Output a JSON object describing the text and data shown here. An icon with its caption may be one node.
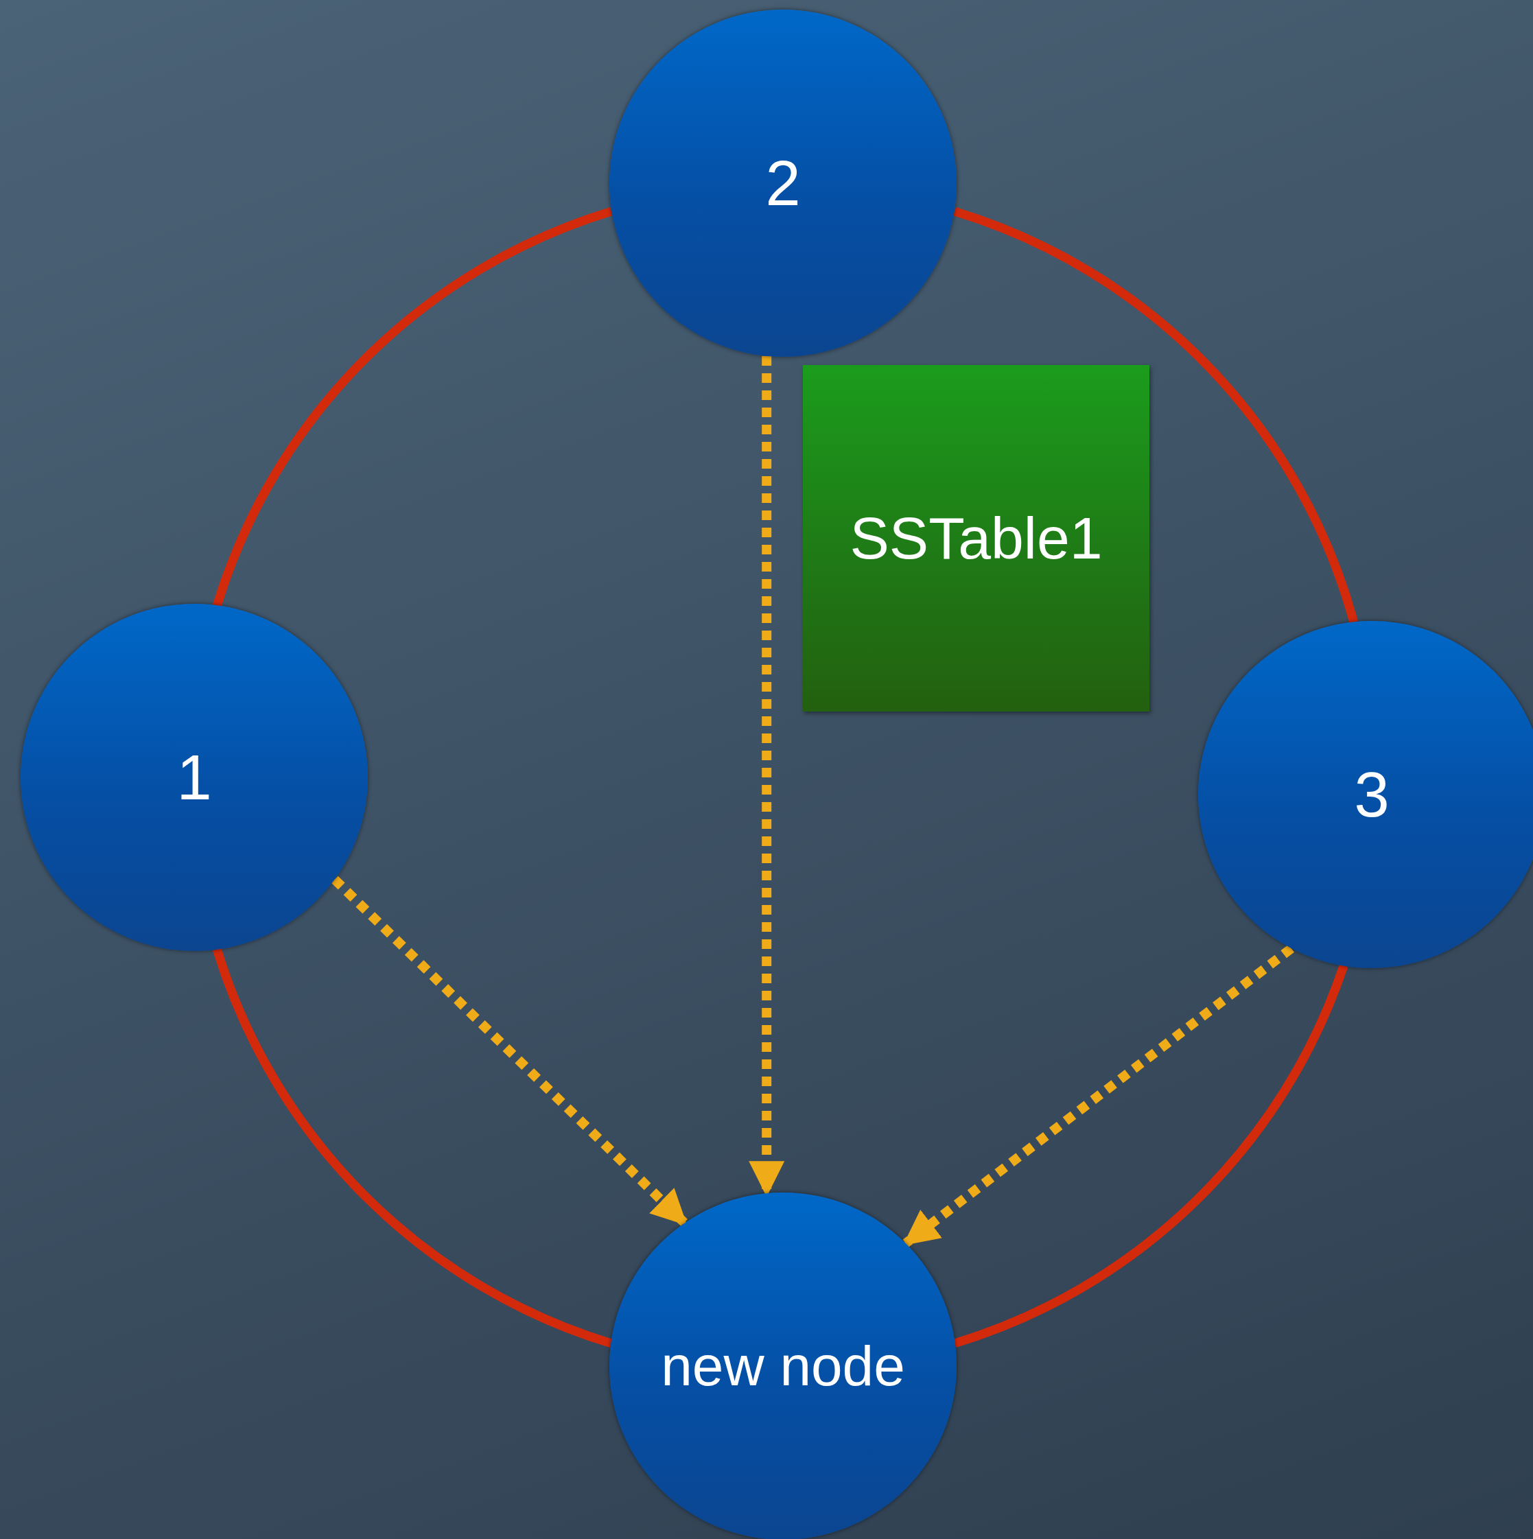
{
  "diagram": {
    "nodes": [
      {
        "text": [
          "2"
        ]
      },
      {
        "text": [
          "1"
        ]
      },
      {
        "text": [
          "3"
        ]
      },
      {
        "text": [
          "new node"
        ]
      },
      {
        "text": [
          "SSTable1"
        ]
      }
    ],
    "edges": [
      {
        "from": 1,
        "to": 0,
        "arrow": "none"
      },
      {
        "from": 0,
        "to": 2,
        "arrow": "none"
      },
      {
        "from": 2,
        "to": 3,
        "arrow": "none"
      },
      {
        "from": 3,
        "to": 1,
        "arrow": "none"
      },
      {
        "from": 1,
        "to": 3,
        "arrow": "to",
        "style": "dashed",
        "color": "#f0ab18"
      },
      {
        "from": 0,
        "to": 3,
        "arrow": "to",
        "style": "dashed",
        "color": "#f0ab18"
      },
      {
        "from": 2,
        "to": 3,
        "arrow": "to",
        "style": "dashed",
        "color": "#f0ab18"
      }
    ]
  }
}
